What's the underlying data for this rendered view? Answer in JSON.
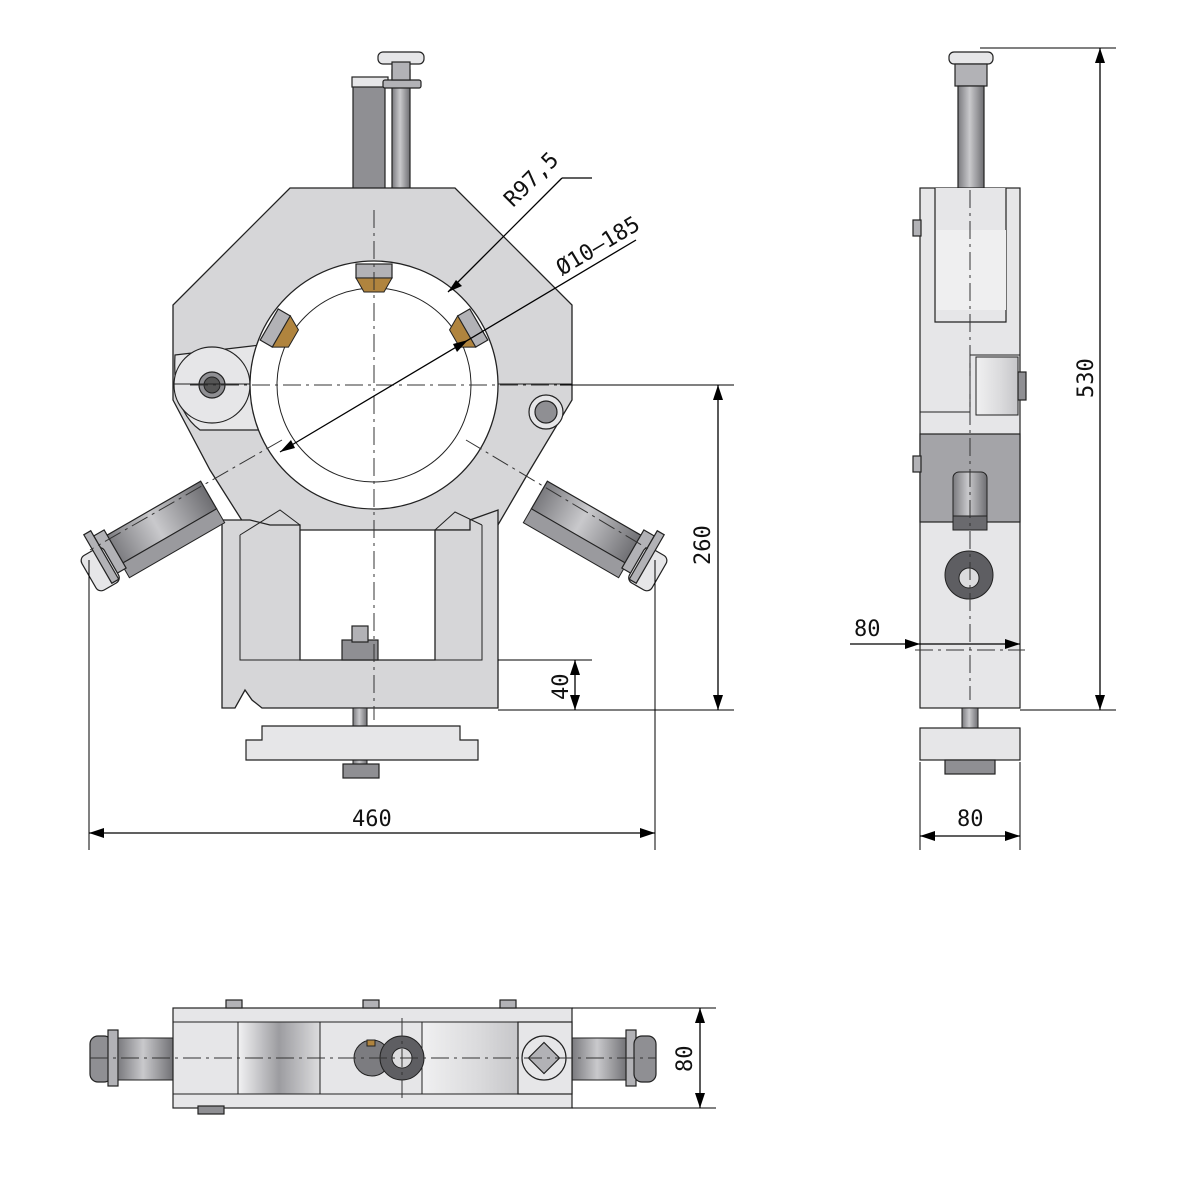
{
  "dimensions": {
    "front_width": "460",
    "front_height": "260",
    "front_base": "40",
    "radius": "R97,5",
    "diameter_range": "Ø10–185",
    "side_height": "530",
    "side_width_top": "80",
    "side_width_bottom": "80",
    "top_depth": "80"
  },
  "colors": {
    "body": "#d6d6d8",
    "shading": "#8f8f93",
    "jaw_tip": "#b0843e",
    "line": "#000000"
  }
}
